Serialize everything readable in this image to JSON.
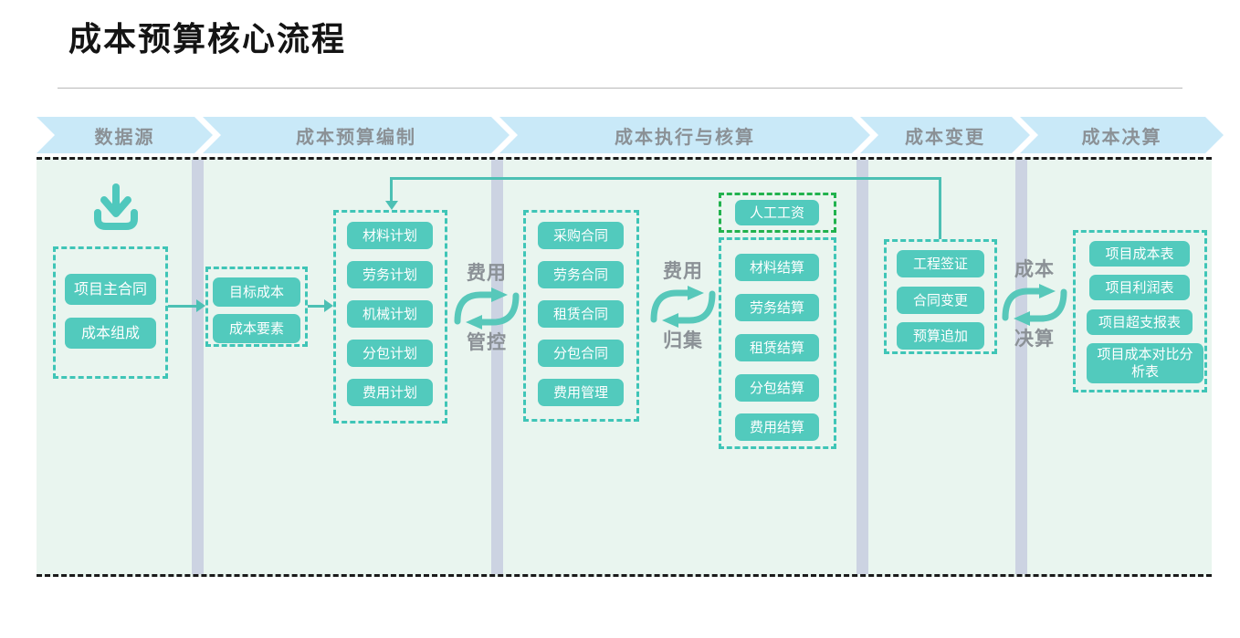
{
  "page": {
    "title": "成本预算核心流程"
  },
  "banners": [
    {
      "label": "数据源"
    },
    {
      "label": "成本预算编制"
    },
    {
      "label": "成本执行与核算"
    },
    {
      "label": "成本变更"
    },
    {
      "label": "成本决算"
    }
  ],
  "data_source": {
    "source_group": {
      "items": [
        "项目主合同",
        "成本组成"
      ]
    }
  },
  "budget": {
    "target_group": {
      "items": [
        "目标成本",
        "成本要素"
      ]
    },
    "plan_group": {
      "items": [
        "材料计划",
        "劳务计划",
        "机械计划",
        "分包计划",
        "费用计划"
      ]
    }
  },
  "execution": {
    "contract_group": {
      "items": [
        "采购合同",
        "劳务合同",
        "租赁合同",
        "分包合同",
        "费用管理"
      ]
    },
    "wage_group": {
      "items": [
        "人工工资"
      ]
    },
    "settlement_group": {
      "items": [
        "材料结算",
        "劳务结算",
        "租赁结算",
        "分包结算",
        "费用结算"
      ]
    }
  },
  "change": {
    "change_group": {
      "items": [
        "工程签证",
        "合同变更",
        "预算追加"
      ]
    }
  },
  "final_account": {
    "report_group": {
      "items": [
        "项目成本表",
        "项目利润表",
        "项目超支报表",
        "项目成本对比分析表"
      ]
    }
  },
  "cycles": [
    {
      "top": "费用",
      "bottom": "管控"
    },
    {
      "top": "费用",
      "bottom": "归集"
    },
    {
      "top": "成本",
      "bottom": "决算"
    }
  ],
  "colors": {
    "accent_teal": "#52cabd",
    "teal_dash_border": "#3fc5b7",
    "green_dash_border": "#21b24e",
    "banner_bg": "#c9e9f8",
    "banner_text": "#8b9196",
    "column_bg": "#e9f5ef",
    "divider": "#ccd3e2",
    "frame_dash": "#1a1a1a",
    "connector": "#4cc0b4"
  }
}
